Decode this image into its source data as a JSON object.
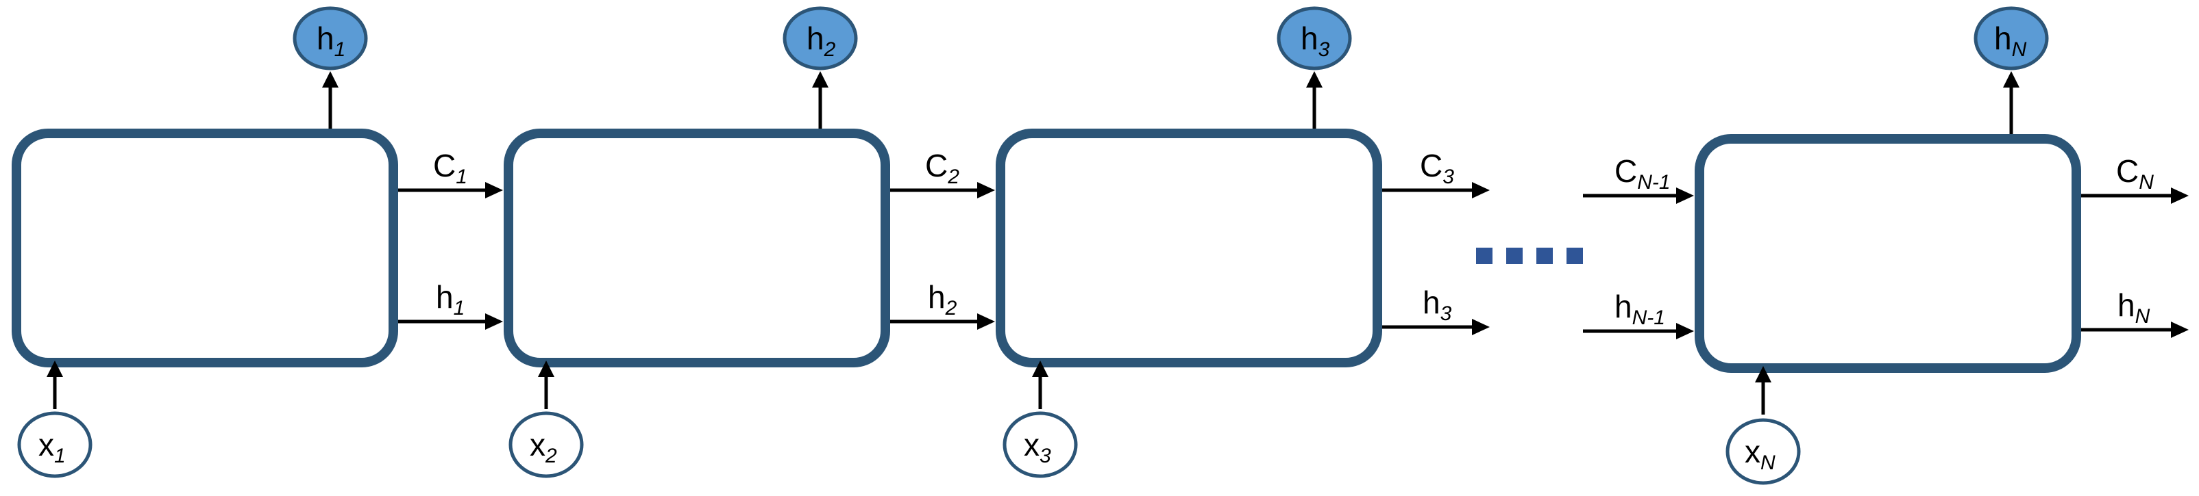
{
  "cells": [
    {
      "output": {
        "base": "h",
        "sub": "1"
      },
      "input": {
        "base": "x",
        "sub": "1"
      },
      "state_label": {
        "base": "C",
        "sub": "1"
      },
      "hidden_label": {
        "base": "h",
        "sub": "1"
      }
    },
    {
      "output": {
        "base": "h",
        "sub": "2"
      },
      "input": {
        "base": "x",
        "sub": "2"
      },
      "state_label": {
        "base": "C",
        "sub": "2"
      },
      "hidden_label": {
        "base": "h",
        "sub": "2"
      }
    },
    {
      "output": {
        "base": "h",
        "sub": "3"
      },
      "input": {
        "base": "x",
        "sub": "3"
      },
      "state_label": {
        "base": "C",
        "sub": "3"
      },
      "hidden_label": {
        "base": "h",
        "sub": "3"
      }
    },
    {
      "output": {
        "base": "h",
        "sub": "N"
      },
      "input": {
        "base": "x",
        "sub": "N"
      },
      "state_in_label": {
        "base": "C",
        "sub": "N-1"
      },
      "hidden_in_label": {
        "base": "h",
        "sub": "N-1"
      },
      "state_label": {
        "base": "C",
        "sub": "N"
      },
      "hidden_label": {
        "base": "h",
        "sub": "N"
      }
    }
  ],
  "colors": {
    "cell_border": "#2c5577",
    "output_node_fill": "#5b9bd5",
    "ellipsis": "#2f5597"
  }
}
